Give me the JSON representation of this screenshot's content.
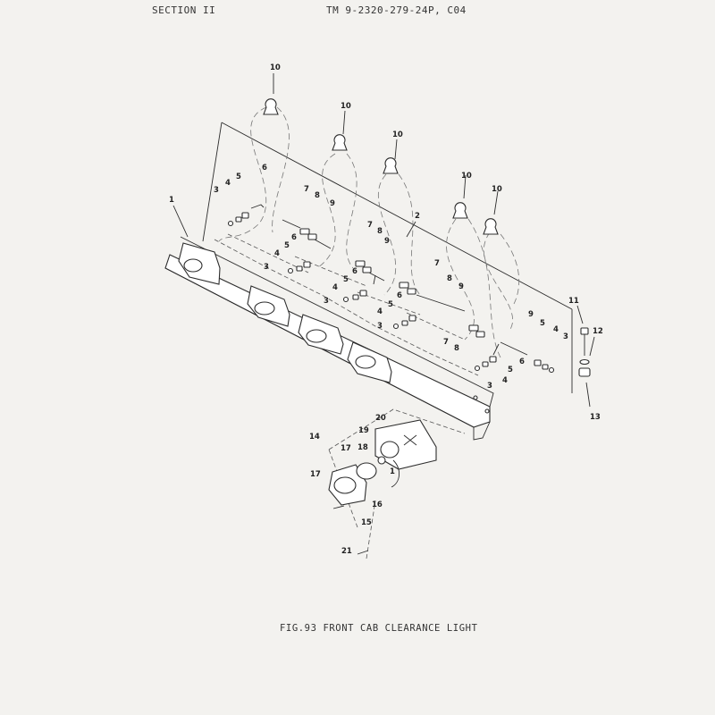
{
  "header": {
    "section": "SECTION II",
    "manual": "TM 9-2320-279-24P, C04"
  },
  "caption": "FIG.93 FRONT CAB CLEARANCE LIGHT",
  "callouts": [
    {
      "n": "10"
    },
    {
      "n": "10"
    },
    {
      "n": "10"
    },
    {
      "n": "10"
    },
    {
      "n": "10"
    },
    {
      "n": "1"
    },
    {
      "n": "2"
    },
    {
      "n": "3"
    },
    {
      "n": "4"
    },
    {
      "n": "5"
    },
    {
      "n": "6"
    },
    {
      "n": "7"
    },
    {
      "n": "8"
    },
    {
      "n": "9"
    },
    {
      "n": "6"
    },
    {
      "n": "5"
    },
    {
      "n": "4"
    },
    {
      "n": "3"
    },
    {
      "n": "7"
    },
    {
      "n": "8"
    },
    {
      "n": "9"
    },
    {
      "n": "6"
    },
    {
      "n": "5"
    },
    {
      "n": "4"
    },
    {
      "n": "3"
    },
    {
      "n": "7"
    },
    {
      "n": "8"
    },
    {
      "n": "9"
    },
    {
      "n": "6"
    },
    {
      "n": "5"
    },
    {
      "n": "4"
    },
    {
      "n": "3"
    },
    {
      "n": "9"
    },
    {
      "n": "7"
    },
    {
      "n": "8"
    },
    {
      "n": "6"
    },
    {
      "n": "5"
    },
    {
      "n": "4"
    },
    {
      "n": "3"
    },
    {
      "n": "5"
    },
    {
      "n": "4"
    },
    {
      "n": "3"
    },
    {
      "n": "11"
    },
    {
      "n": "12"
    },
    {
      "n": "13"
    },
    {
      "n": "14"
    },
    {
      "n": "20"
    },
    {
      "n": "19"
    },
    {
      "n": "18"
    },
    {
      "n": "17"
    },
    {
      "n": "17"
    },
    {
      "n": "1"
    },
    {
      "n": "16"
    },
    {
      "n": "15"
    },
    {
      "n": "21"
    }
  ]
}
